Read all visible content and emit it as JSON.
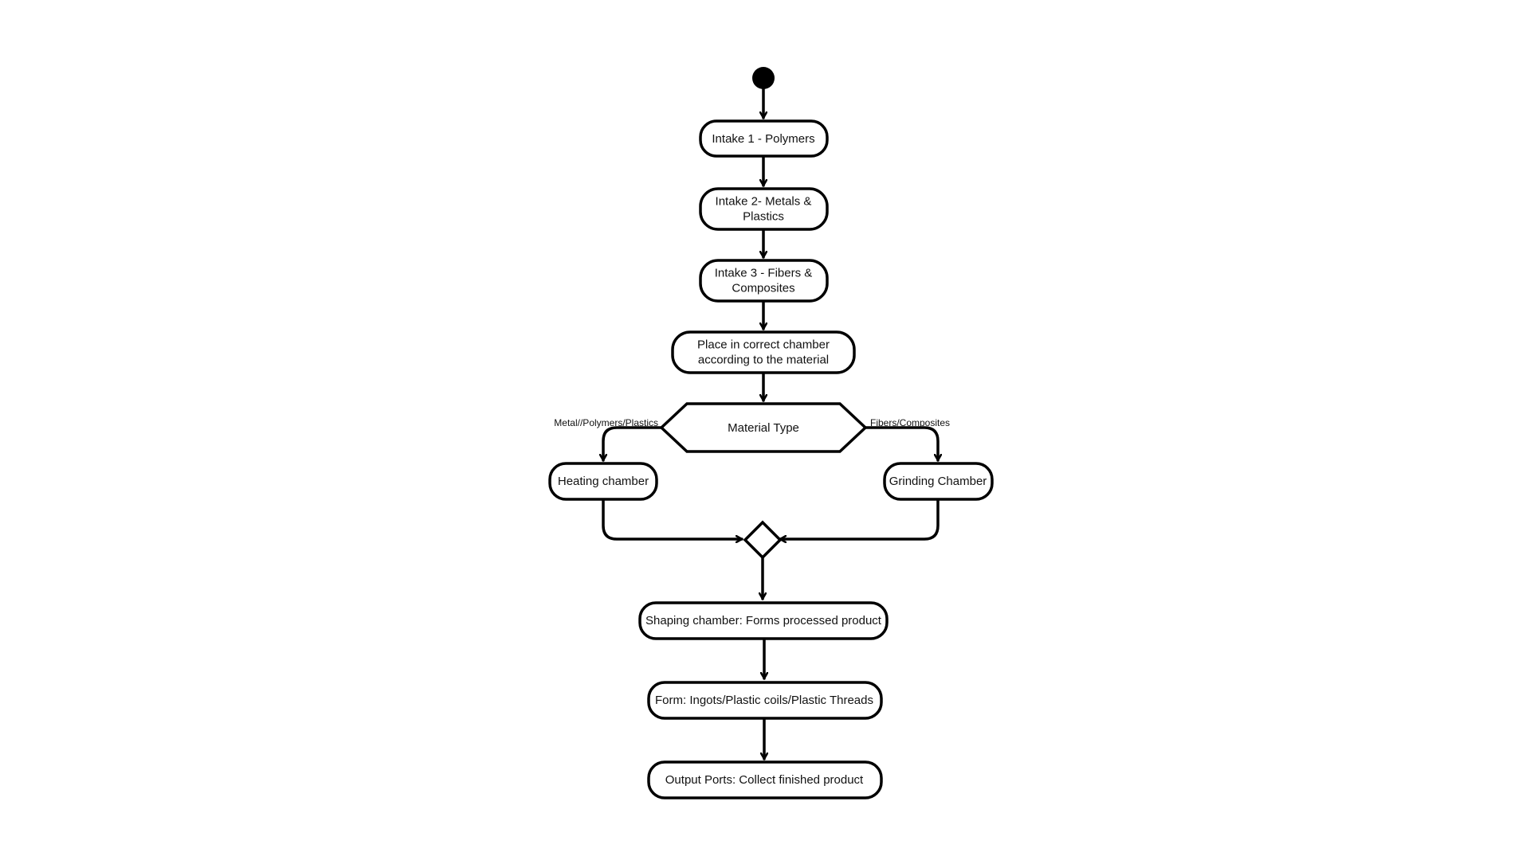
{
  "diagram": {
    "nodes": {
      "intake1": {
        "lines": [
          "Intake 1 - Polymers"
        ]
      },
      "intake2": {
        "lines": [
          "Intake 2- Metals &",
          "Plastics"
        ]
      },
      "intake3": {
        "lines": [
          "Intake 3 - Fibers &",
          "Composites"
        ]
      },
      "place": {
        "lines": [
          "Place in correct chamber",
          "according to the material"
        ]
      },
      "material_type": {
        "lines": [
          "Material Type"
        ]
      },
      "heating": {
        "lines": [
          "Heating chamber"
        ]
      },
      "grinding": {
        "lines": [
          "Grinding Chamber"
        ]
      },
      "shaping": {
        "lines": [
          "Shaping chamber: Forms processed product"
        ]
      },
      "form": {
        "lines": [
          "Form: Ingots/Plastic coils/Plastic Threads"
        ]
      },
      "output": {
        "lines": [
          "Output Ports: Collect finished product"
        ]
      }
    },
    "edge_labels": {
      "left_branch": "Metal//Polymers/Plastics",
      "right_branch": "Fibers/Composites"
    }
  }
}
